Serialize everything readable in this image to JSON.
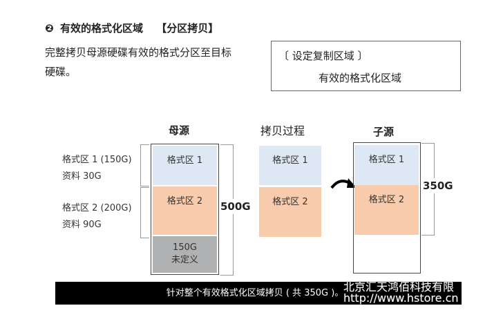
{
  "heading": {
    "number": "❷",
    "title": "有效的格式化区域",
    "tag": "【分区拷贝】"
  },
  "description": [
    "完整拷贝母源硬碟有效的格式分区至目标",
    "硬碟。"
  ],
  "setting_box": {
    "title": "〔 设定复制区域 〕",
    "value": "有效的格式化区域"
  },
  "source": {
    "title": "母源",
    "total": "500G",
    "partitions": [
      {
        "label": "格式区 1",
        "side_name": "格式区 1 (150G)",
        "side_data": "资料  30G"
      },
      {
        "label": "格式区 2",
        "side_name": "格式区 2 (200G)",
        "side_data": "资料  90G"
      }
    ],
    "unallocated": {
      "size": "150G",
      "label": "未定义"
    }
  },
  "copy": {
    "title": "拷贝过程",
    "partitions": [
      "格式区 1",
      "格式区 2"
    ]
  },
  "target": {
    "title": "子源",
    "total": "350G",
    "partitions": [
      "格式区 1",
      "格式区 2"
    ]
  },
  "footer": "针对整个有效格式化区域拷贝 ( 共 350G )。",
  "watermark": [
    "北京汇天鸿佰科技有限",
    "http://www.hstore.cn"
  ],
  "colors": {
    "partition1": "#dde8f4",
    "partition2": "#f7cbab",
    "unallocated": "#b0b1b3"
  }
}
